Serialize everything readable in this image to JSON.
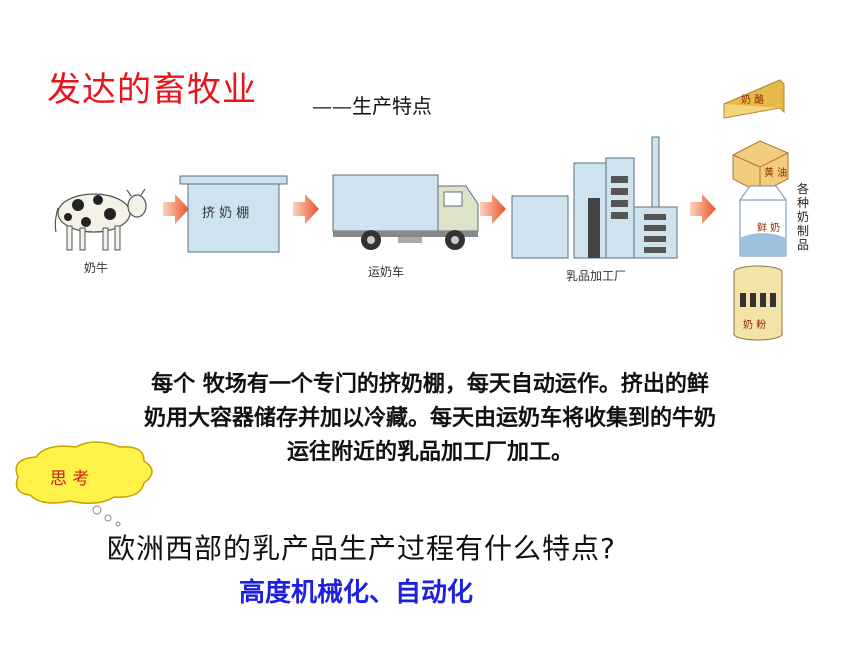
{
  "title": "发达的畜牧业",
  "subtitle": "——生产特点",
  "process": {
    "cow_label": "奶牛",
    "shed_label": "挤 奶 棚",
    "truck_label": "运奶车",
    "factory_label": "乳品加工厂",
    "products_label": "各种奶制品",
    "products": {
      "cheese": "奶 酪",
      "butter": "黄 油",
      "fresh_milk": "鲜 奶",
      "milk_powder": "奶 粉"
    }
  },
  "description": {
    "line1": "每个 牧场有一个专门的挤奶棚，每天自动运作。挤出的鲜",
    "line2": "奶用大容器储存并加以冷藏。每天由运奶车将收集到的牛奶",
    "line3": "运往附近的乳品加工厂加工。"
  },
  "think_bubble": "思 考",
  "question": "欧洲西部的乳产品生产过程有什么特点?",
  "answer": "高度机械化、自动化",
  "colors": {
    "title": "#e8141b",
    "answer": "#1f1fe0",
    "arrow": "#e8542a",
    "building": "#cfe3ef",
    "bubble_fill": "#fff34a",
    "bubble_text": "#d81b1b"
  }
}
